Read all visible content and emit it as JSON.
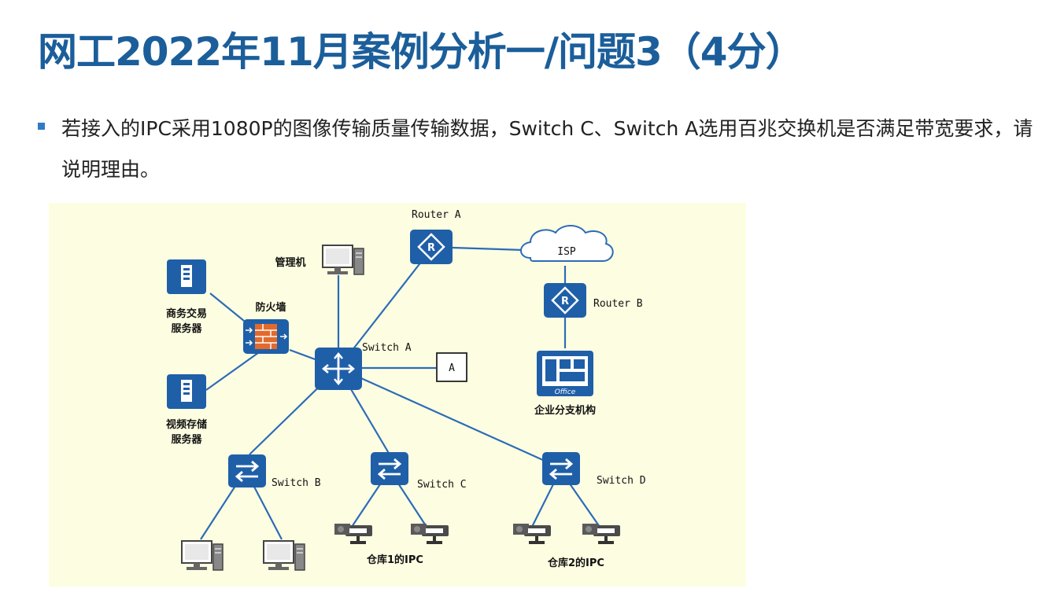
{
  "slide": {
    "title": "网工2022年11月案例分析一/问题3（4分）",
    "question": "若接入的IPC采用1080P的图像传输质量传输数据，Switch C、Switch A选用百兆交换机是否满足带宽要求，请说明理由。"
  },
  "diagram": {
    "nodes": {
      "router_a": "Router A",
      "isp": "ISP",
      "router_b": "Router B",
      "branch": "企业分支机构",
      "office_text": "Office",
      "switch_a": "Switch A",
      "box_a": "A",
      "mgmt_pc": "管理机",
      "firewall": "防火墙",
      "biz_server_1": "商务交易",
      "biz_server_2": "服务器",
      "video_server_1": "视频存储",
      "video_server_2": "服务器",
      "switch_b": "Switch B",
      "switch_c": "Switch C",
      "switch_d": "Switch D",
      "warehouse1": "仓库1的IPC",
      "warehouse2": "仓库2的IPC"
    },
    "colors": {
      "device_blue": "#1f5fa8",
      "link_blue": "#2b6cb8",
      "background": "#fdfde1",
      "firewall_orange": "#e26a2c"
    }
  }
}
